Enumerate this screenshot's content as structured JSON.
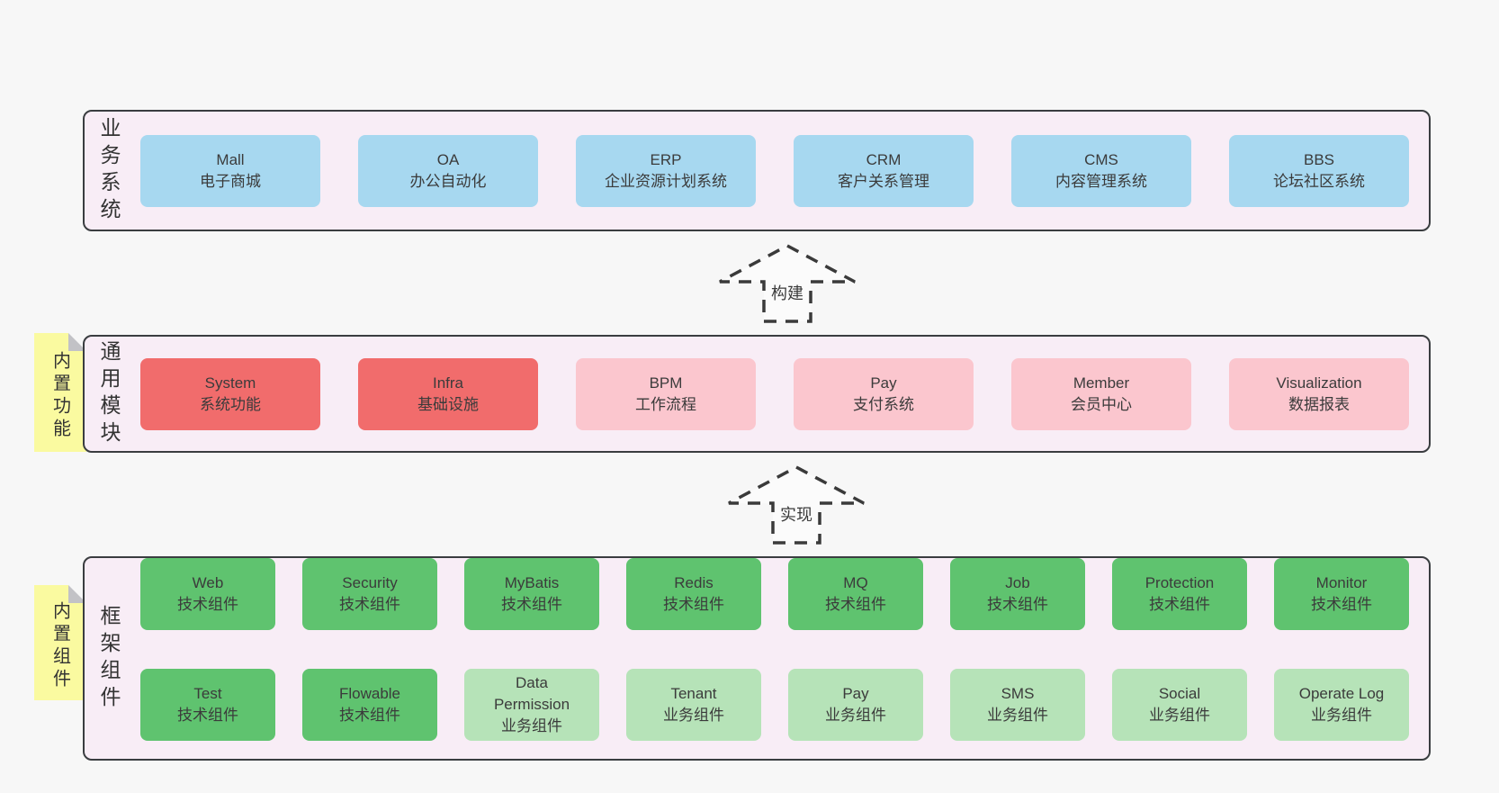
{
  "colors": {
    "page_bg": "#f7f7f7",
    "panel_bg": "#f8edf6",
    "panel_border": "#3a3d40",
    "blue": "#a7d8f0",
    "red": "#f16c6c",
    "pink": "#fbc6ce",
    "green": "#5fc36f",
    "green_light": "#b6e3b8",
    "sticky_yellow": "#fafaa0",
    "sticky_fold": "#c2c2c6",
    "text": "#3b3b3b"
  },
  "sections": {
    "business": {
      "label": "业务系统",
      "boxes": [
        {
          "name": "Mall",
          "desc": "电子商城",
          "variant": "blue"
        },
        {
          "name": "OA",
          "desc": "办公自动化",
          "variant": "blue"
        },
        {
          "name": "ERP",
          "desc": "企业资源计划系统",
          "variant": "blue"
        },
        {
          "name": "CRM",
          "desc": "客户关系管理",
          "variant": "blue"
        },
        {
          "name": "CMS",
          "desc": "内容管理系统",
          "variant": "blue"
        },
        {
          "name": "BBS",
          "desc": "论坛社区系统",
          "variant": "blue"
        }
      ]
    },
    "modules": {
      "label": "通用模块",
      "sticky": "内置功能",
      "boxes": [
        {
          "name": "System",
          "desc": "系统功能",
          "variant": "red"
        },
        {
          "name": "Infra",
          "desc": "基础设施",
          "variant": "red"
        },
        {
          "name": "BPM",
          "desc": "工作流程",
          "variant": "pink"
        },
        {
          "name": "Pay",
          "desc": "支付系统",
          "variant": "pink"
        },
        {
          "name": "Member",
          "desc": "会员中心",
          "variant": "pink"
        },
        {
          "name": "Visualization",
          "desc": "数据报表",
          "variant": "pink"
        }
      ]
    },
    "framework": {
      "label": "框架组件",
      "sticky": "内置组件",
      "row1": [
        {
          "name": "Web",
          "desc": "技术组件",
          "variant": "green"
        },
        {
          "name": "Security",
          "desc": "技术组件",
          "variant": "green"
        },
        {
          "name": "MyBatis",
          "desc": "技术组件",
          "variant": "green"
        },
        {
          "name": "Redis",
          "desc": "技术组件",
          "variant": "green"
        },
        {
          "name": "MQ",
          "desc": "技术组件",
          "variant": "green"
        },
        {
          "name": "Job",
          "desc": "技术组件",
          "variant": "green"
        },
        {
          "name": "Protection",
          "desc": "技术组件",
          "variant": "green"
        },
        {
          "name": "Monitor",
          "desc": "技术组件",
          "variant": "green"
        }
      ],
      "row2": [
        {
          "name": "Test",
          "desc": "技术组件",
          "variant": "green"
        },
        {
          "name": "Flowable",
          "desc": "技术组件",
          "variant": "green"
        },
        {
          "name": "Data Permission",
          "desc": "业务组件",
          "variant": "green-light"
        },
        {
          "name": "Tenant",
          "desc": "业务组件",
          "variant": "green-light"
        },
        {
          "name": "Pay",
          "desc": "业务组件",
          "variant": "green-light"
        },
        {
          "name": "SMS",
          "desc": "业务组件",
          "variant": "green-light"
        },
        {
          "name": "Social",
          "desc": "业务组件",
          "variant": "green-light"
        },
        {
          "name": "Operate Log",
          "desc": "业务组件",
          "variant": "green-light"
        }
      ]
    }
  },
  "arrows": [
    {
      "label": "构建"
    },
    {
      "label": "实现"
    }
  ]
}
